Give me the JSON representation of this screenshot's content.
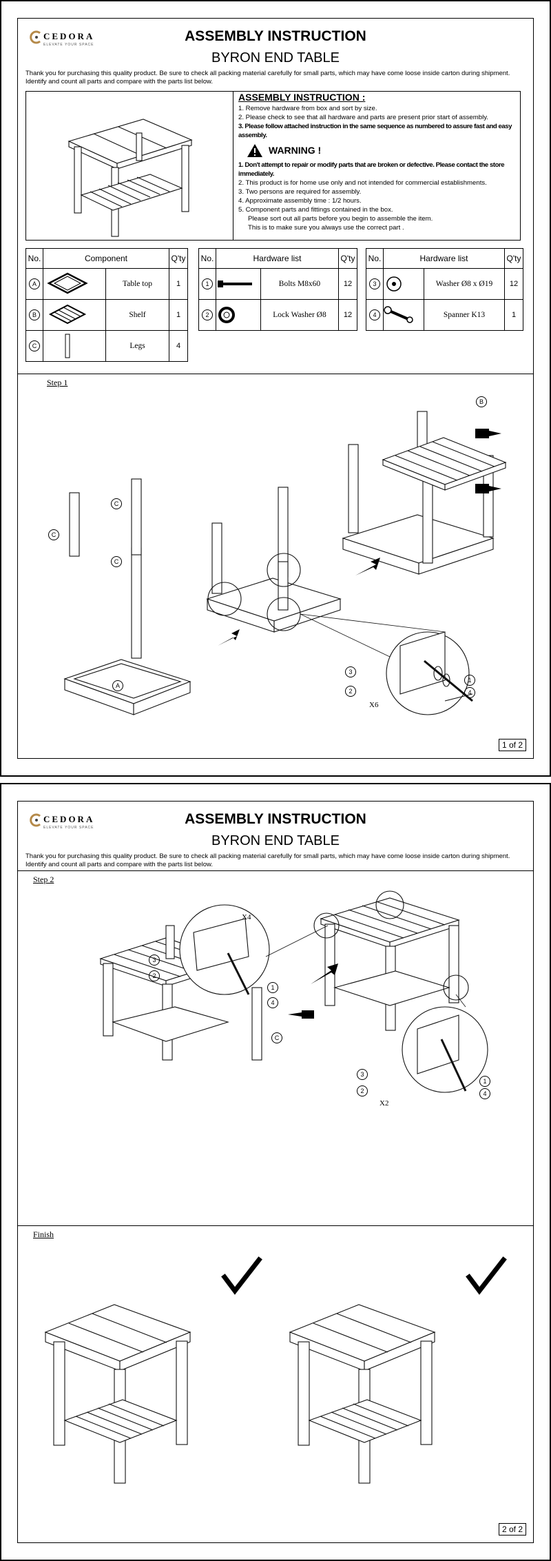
{
  "brand": {
    "name": "CEDORA",
    "tagline": "ELEVATE YOUR SPACE",
    "accent": "#b58a4a"
  },
  "title": "ASSEMBLY INSTRUCTION",
  "subtitle": "BYRON END TABLE",
  "intro": "Thank you for purchasing this quality product. Be sure to check all packing material carefully for small parts, which may have come loose inside carton during shipment. Identify and count all parts and compare with the parts list below.",
  "instructions": {
    "heading": "ASSEMBLY INSTRUCTION :",
    "steps": [
      "1. Remove hardware from box and sort by size.",
      "2. Please check to see that all hardware and parts are present prior start of assembly.",
      "3. Please follow attached instruction in the same sequence as numbered to assure fast and easy assembly."
    ],
    "warning_title": "WARNING !",
    "warnings": [
      "1. Don't attempt to repair or modify parts that are broken or defective. Please contact the store immediately.",
      "2. This product is for home use  only and not intended for commercial establishments.",
      "3. Two persons are required for assembly.",
      "4. Approximate assembly time : 1/2 hours.",
      "5. Component parts and fittings contained in the box.",
      "Please sort out all parts before you begin to assemble the item.",
      "This is to make sure  you always use the correct part ."
    ]
  },
  "components": {
    "headers": [
      "No.",
      "Component",
      "Q'ty"
    ],
    "rows": [
      {
        "no": "A",
        "name": "Table top",
        "qty": "1"
      },
      {
        "no": "B",
        "name": "Shelf",
        "qty": "1"
      },
      {
        "no": "C",
        "name": "Legs",
        "qty": "4"
      }
    ]
  },
  "hardware_left": {
    "headers": [
      "No.",
      "Hardware list",
      "Q'ty"
    ],
    "rows": [
      {
        "no": "1",
        "name": "Bolts M8x60",
        "qty": "12"
      },
      {
        "no": "2",
        "name": "Lock Washer Ø8",
        "qty": "12"
      }
    ]
  },
  "hardware_right": {
    "headers": [
      "No.",
      "Hardware list",
      "Q'ty"
    ],
    "rows": [
      {
        "no": "3",
        "name": "Washer Ø8 x Ø19",
        "qty": "12"
      },
      {
        "no": "4",
        "name": "Spanner K13",
        "qty": "1"
      }
    ]
  },
  "step1": {
    "label": "Step 1",
    "multiplier": "X6"
  },
  "step2": {
    "label": "Step 2",
    "multiplier_a": "X4",
    "multiplier_b": "X2"
  },
  "finish": {
    "label": "Finish"
  },
  "page1": "1 of 2",
  "page2": "2 of 2",
  "callouts": {
    "a": "A",
    "b": "B",
    "c": "C",
    "n1": "1",
    "n2": "2",
    "n3": "3",
    "n4": "4"
  }
}
